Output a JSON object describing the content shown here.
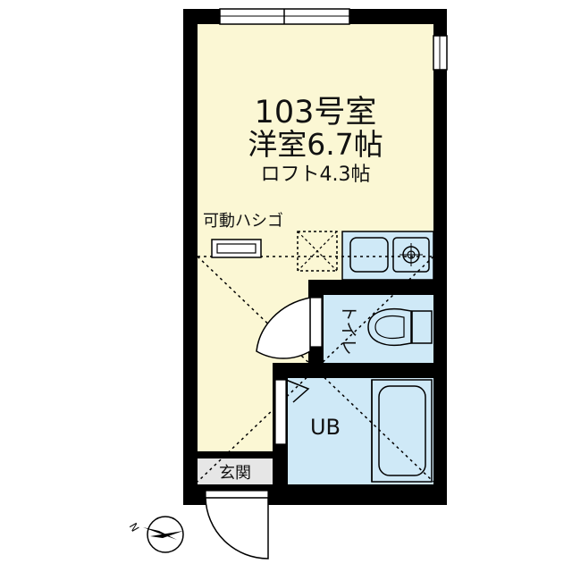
{
  "room": {
    "number": "103号室",
    "main_room": "洋室6.7帖",
    "loft": "ロフト4.3帖"
  },
  "labels": {
    "ladder": "可動ハシゴ",
    "toilet": "トイレ",
    "bath": "UB",
    "entrance": "玄関",
    "compass": "N"
  },
  "colors": {
    "room_floor": "#fbf7d4",
    "wet_area": "#cfe9f7",
    "entrance_floor": "#e6e6e6",
    "wall": "#000000"
  },
  "icons": [
    "compass-icon",
    "door-swing-icon",
    "stove-icon",
    "toilet-icon",
    "bathtub-icon",
    "sink-icon"
  ]
}
